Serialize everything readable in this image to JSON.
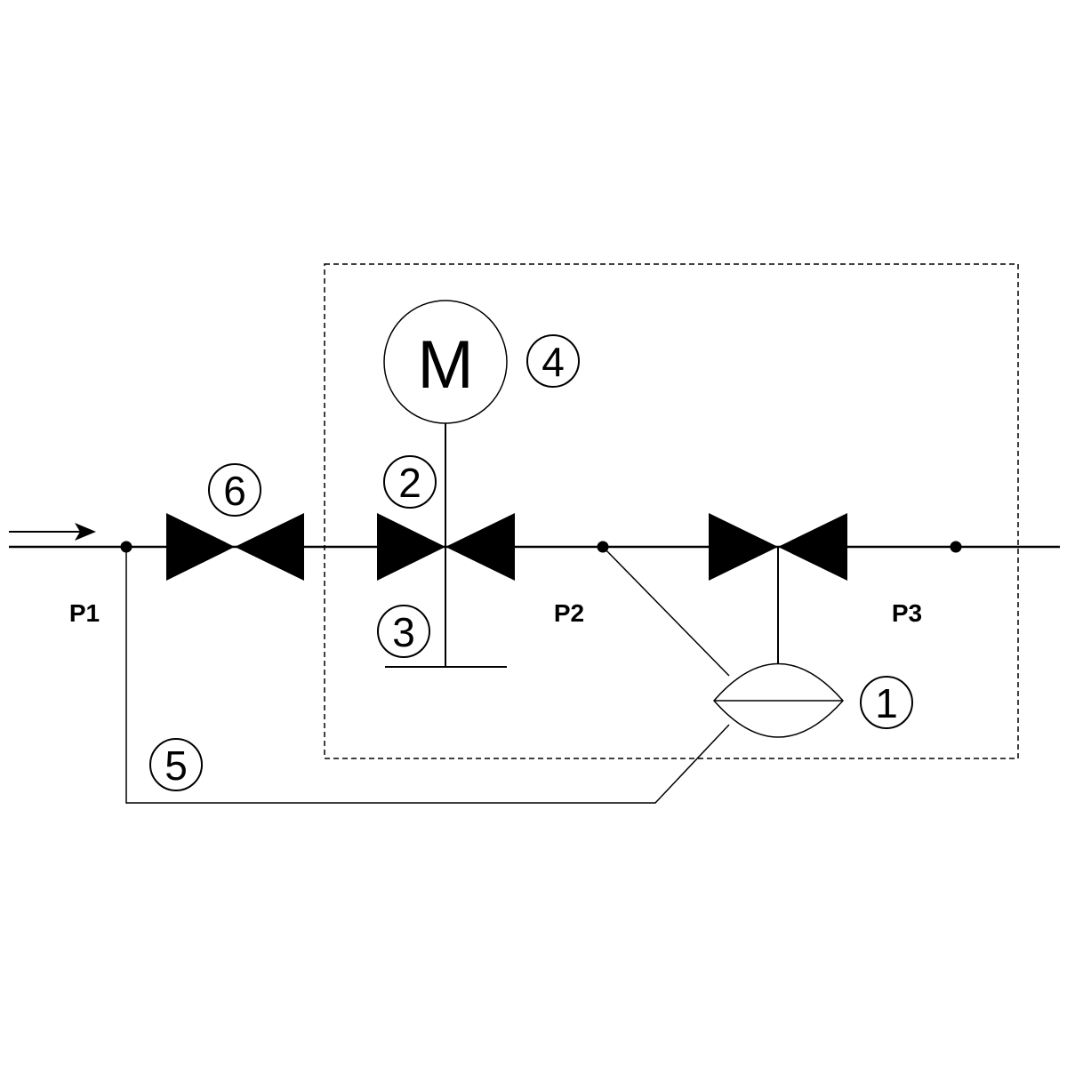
{
  "labels": {
    "p1": "P1",
    "p2": "P2",
    "p3": "P3",
    "motor": "M"
  },
  "markers": {
    "m1": "1",
    "m2": "2",
    "m3": "3",
    "m4": "4",
    "m5": "5",
    "m6": "6"
  },
  "colors": {
    "stroke": "#000000",
    "fill": "#000000",
    "background": "#ffffff"
  }
}
